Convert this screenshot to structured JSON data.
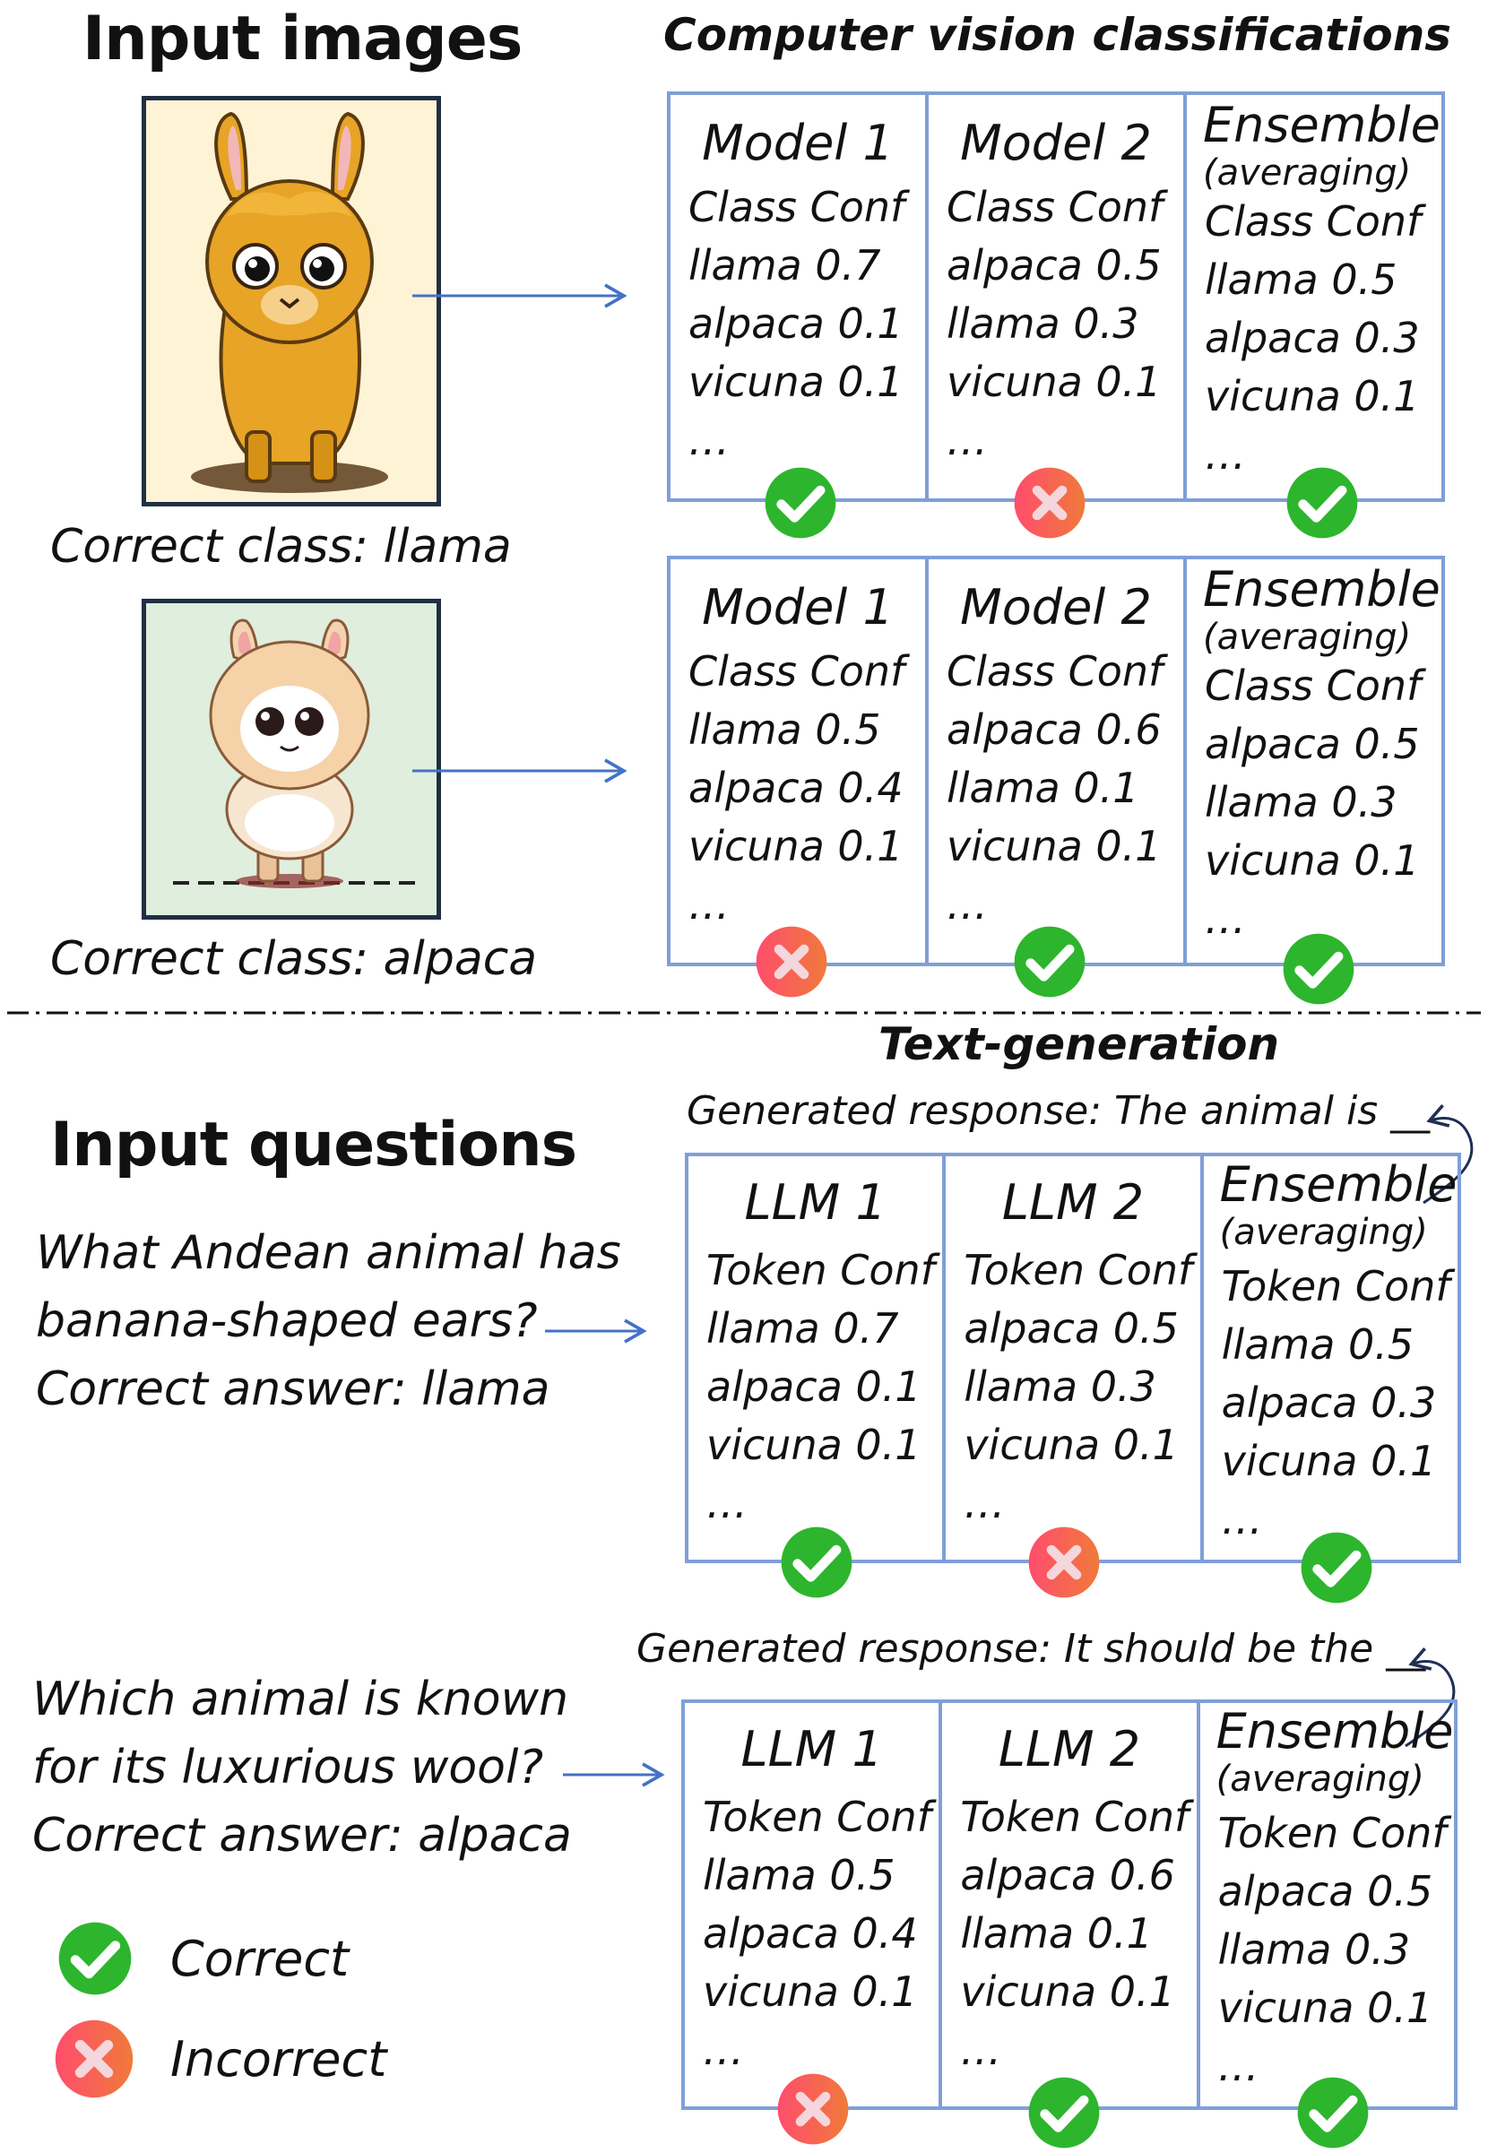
{
  "headings": {
    "input_images": "Input images",
    "input_questions": "Input questions",
    "cv_title": "Computer vision classifications",
    "text_title": "Text-generation"
  },
  "cv_examples": [
    {
      "caption": "Correct class: llama",
      "columns": [
        {
          "title": "Model 1",
          "header": "Class Conf",
          "rows": [
            "llama 0.7",
            "alpaca 0.1",
            "vicuna 0.1",
            "…"
          ],
          "result": "correct"
        },
        {
          "title": "Model 2",
          "header": "Class Conf",
          "rows": [
            "alpaca 0.5",
            "llama 0.3",
            "vicuna 0.1",
            "…"
          ],
          "result": "incorrect"
        },
        {
          "title": "Ensemble",
          "subtitle": "(averaging)",
          "header": "Class Conf",
          "rows": [
            "llama 0.5",
            "alpaca 0.3",
            "vicuna 0.1",
            "…"
          ],
          "result": "correct"
        }
      ]
    },
    {
      "caption": "Correct class: alpaca",
      "columns": [
        {
          "title": "Model 1",
          "header": "Class Conf",
          "rows": [
            "llama 0.5",
            "alpaca 0.4",
            "vicuna 0.1",
            "…"
          ],
          "result": "incorrect"
        },
        {
          "title": "Model 2",
          "header": "Class Conf",
          "rows": [
            "alpaca 0.6",
            "llama 0.1",
            "vicuna 0.1",
            "…"
          ],
          "result": "correct"
        },
        {
          "title": "Ensemble",
          "subtitle": "(averaging)",
          "header": "Class Conf",
          "rows": [
            "alpaca 0.5",
            "llama 0.3",
            "vicuna 0.1",
            "…"
          ],
          "result": "correct"
        }
      ]
    }
  ],
  "text_examples": [
    {
      "generated": "Generated response: The animal is __",
      "question_lines": [
        "What Andean animal has",
        "banana-shaped ears?",
        "Correct answer: llama"
      ],
      "columns": [
        {
          "title": "LLM 1",
          "header": "Token Conf",
          "rows": [
            "llama 0.7",
            "alpaca 0.1",
            "vicuna 0.1",
            "…"
          ],
          "result": "correct"
        },
        {
          "title": "LLM 2",
          "header": "Token Conf",
          "rows": [
            "alpaca 0.5",
            "llama 0.3",
            "vicuna 0.1",
            "…"
          ],
          "result": "incorrect"
        },
        {
          "title": "Ensemble",
          "subtitle": "(averaging)",
          "header": "Token Conf",
          "rows": [
            "llama 0.5",
            "alpaca 0.3",
            "vicuna 0.1",
            "…"
          ],
          "result": "correct"
        }
      ]
    },
    {
      "generated": "Generated response: It should be the __",
      "question_lines": [
        "Which animal is known",
        "for its luxurious wool?",
        "Correct answer: alpaca"
      ],
      "columns": [
        {
          "title": "LLM 1",
          "header": "Token Conf",
          "rows": [
            "llama 0.5",
            "alpaca 0.4",
            "vicuna 0.1",
            "…"
          ],
          "result": "incorrect"
        },
        {
          "title": "LLM 2",
          "header": "Token Conf",
          "rows": [
            "alpaca 0.6",
            "llama 0.1",
            "vicuna 0.1",
            "…"
          ],
          "result": "correct"
        },
        {
          "title": "Ensemble",
          "subtitle": "(averaging)",
          "header": "Token Conf",
          "rows": [
            "alpaca 0.5",
            "llama 0.3",
            "vicuna 0.1",
            "…"
          ],
          "result": "correct"
        }
      ]
    }
  ],
  "legend": {
    "correct": "Correct",
    "incorrect": "Incorrect"
  },
  "colors": {
    "panel_border": "#7f9fd8",
    "arrow": "#4472c4",
    "correct": "#2db52d",
    "incorrect": "#f4506a"
  },
  "icons": {
    "correct": "check-circle-icon",
    "incorrect": "x-circle-icon"
  }
}
